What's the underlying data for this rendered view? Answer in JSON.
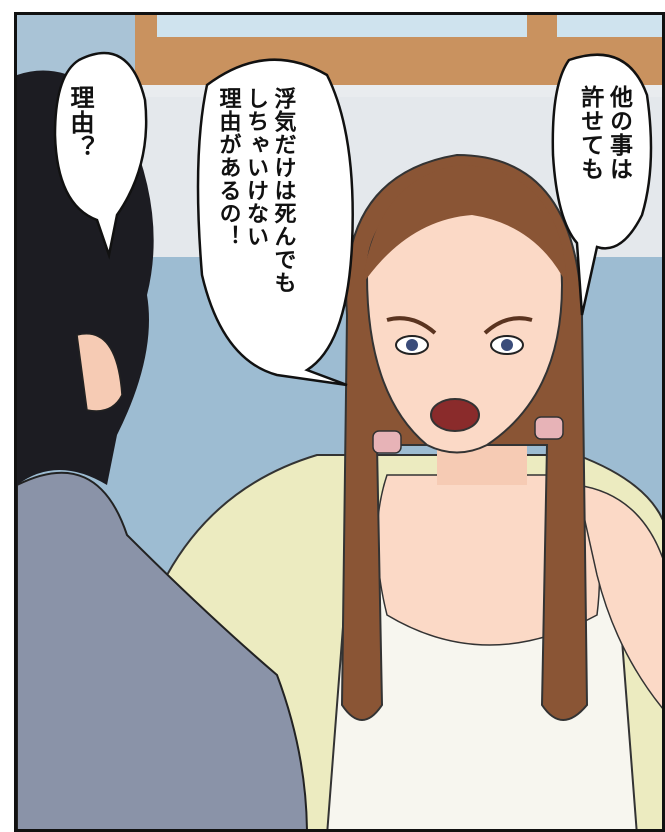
{
  "speech_bubbles": {
    "man": {
      "text": "理由？"
    },
    "woman_middle": {
      "text": "浮気だけは死んでも\nしちゃいけない\n理由があるの！"
    },
    "woman_right": {
      "text": "他の事は\n許せても"
    }
  },
  "colors": {
    "wall": "#9dbcd2",
    "window_frame": "#c9925f",
    "hair_woman": "#8a5535",
    "hair_man": "#1c1c22",
    "cardigan": "#ecebc0",
    "tank_top": "#f7f6ef",
    "skin": "#fbd9c6",
    "jacket": "#8a93a8"
  },
  "icons": [
    "man-figure",
    "woman-figure",
    "window-frame"
  ]
}
